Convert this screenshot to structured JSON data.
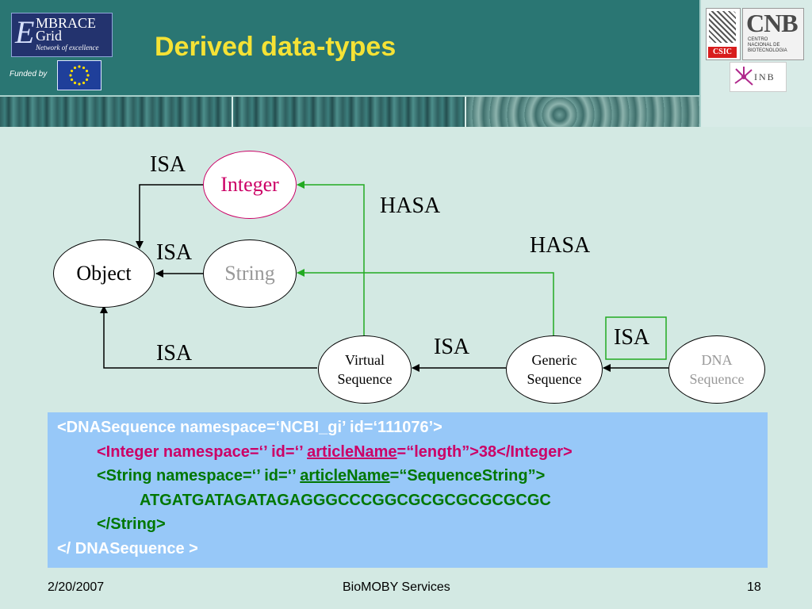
{
  "header": {
    "title": "Derived data-types",
    "embrace_logo": {
      "letter": "E",
      "line1": "MBRACE",
      "line2": "Grid",
      "tagline": "Network of excellence"
    },
    "funded_by": "Funded by",
    "csic_label": "CSIC",
    "cnb_logo": {
      "big": "CNB",
      "small": "CENTRO NACIONAL DE BIOTECNOLOGIA"
    },
    "inb_logo": "INB",
    "icons": [
      "eu-flag-icon",
      "csic-logo-icon",
      "cnb-logo-icon",
      "inb-logo-icon"
    ]
  },
  "diagram": {
    "nodes": {
      "integer": "Integer",
      "object": "Object",
      "string": "String",
      "virtual_1": "Virtual",
      "virtual_2": "Sequence",
      "generic_1": "Generic",
      "generic_2": "Sequence",
      "dna_1": "DNA",
      "dna_2": "Sequence"
    },
    "labels": {
      "isa_integer": "ISA",
      "isa_string": "ISA",
      "isa_virtual": "ISA",
      "isa_generic": "ISA",
      "isa_dna": "ISA",
      "hasa_integer": "HASA",
      "hasa_string": "HASA"
    },
    "colors": {
      "isa_edge": "#000000",
      "hasa_edge": "#22aa22",
      "integer_text": "#cc0066",
      "string_text": "#999999",
      "dna_text": "#999999",
      "integer_border": "#cc0066"
    }
  },
  "code": {
    "line1": "<DNASequence namespace=‘NCBI_gi’ id=‘111076’>",
    "line2_a": "<Integer namespace=‘’ id=‘’ ",
    "line2_b": "articleName",
    "line2_c": "=“length”>38</Integer>",
    "line3_a": "<String namespace=‘’ id=‘’ ",
    "line3_b": "articleName",
    "line3_c": "=“SequenceString”>",
    "line4": "ATGATGATAGATAGAGGGCCCGGCGCGCGCGCGCGC",
    "line5": "</String>",
    "line6_a": "</ ",
    "line6_b": "DNASequence >",
    "colors": {
      "outer": "#ffffff",
      "integer": "#cc0066",
      "string": "#007700",
      "background": "#97c8f8"
    }
  },
  "footer": {
    "date": "2/20/2007",
    "center": "BioMOBY Services",
    "page": "18"
  }
}
